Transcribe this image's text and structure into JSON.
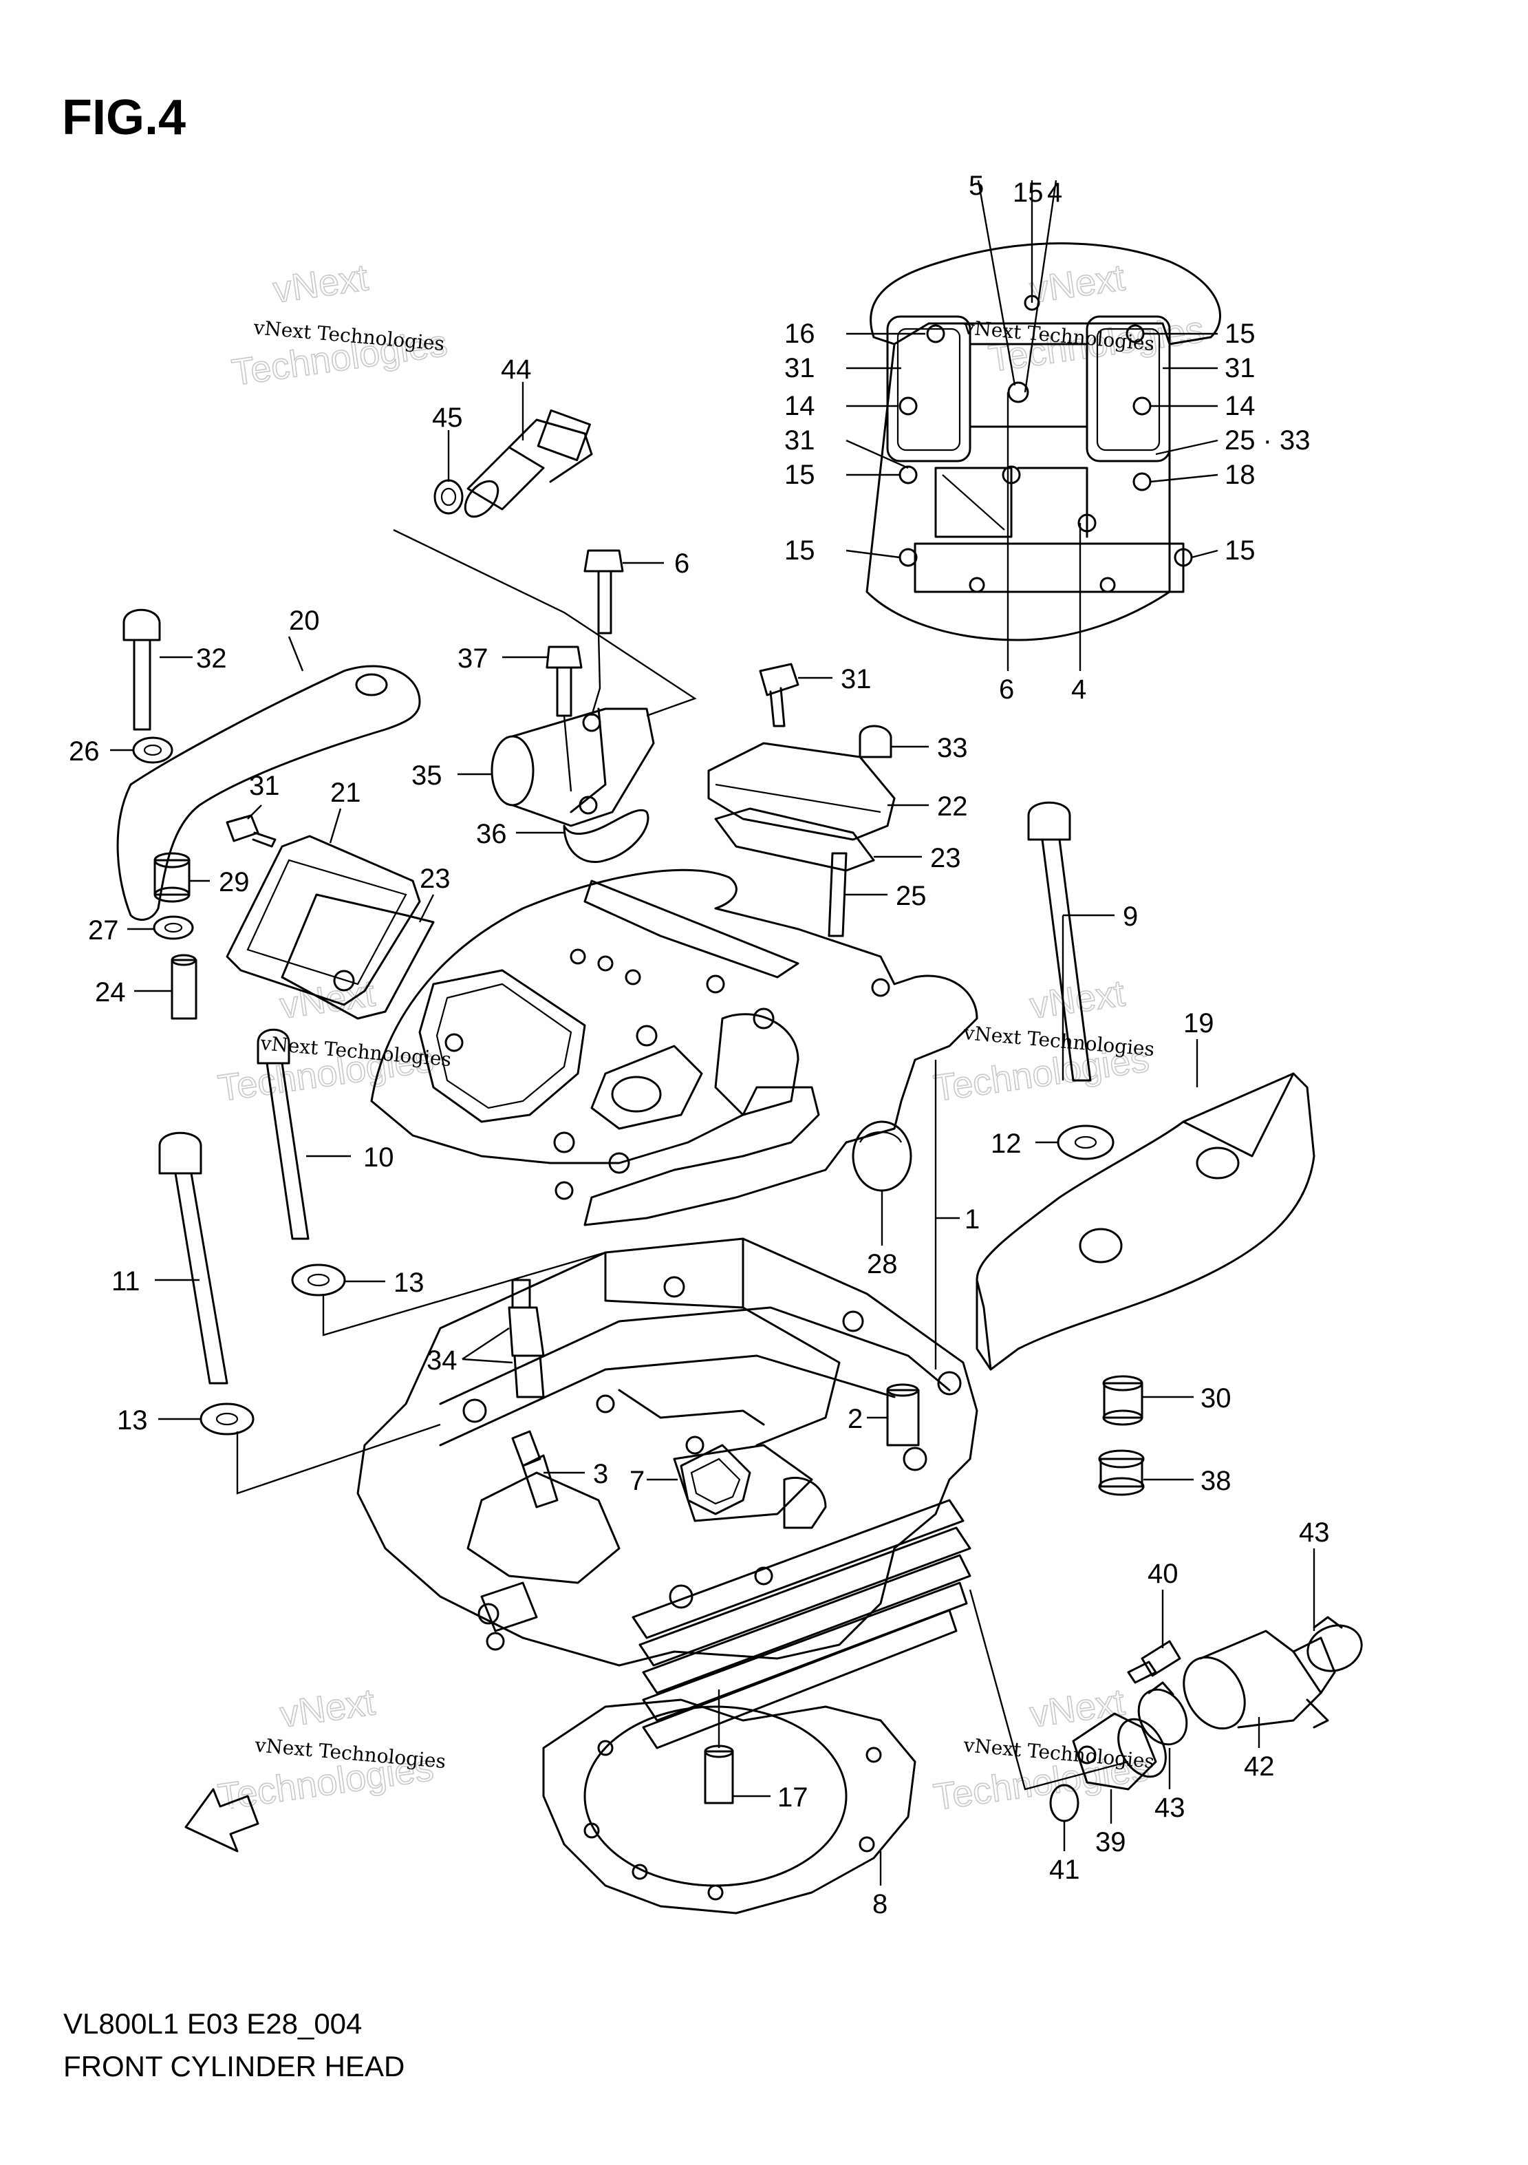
{
  "figure": {
    "title": "FIG.4",
    "model_code": "VL800L1 E03 E28_004",
    "caption": "FRONT CYLINDER HEAD",
    "fwd_marker": "FWD"
  },
  "watermark": {
    "line1": "vNext Technologies",
    "line2": "vNext",
    "line3": "Technologies"
  },
  "callouts": {
    "c1": "1",
    "c2": "2",
    "c3": "3",
    "c4a": "4",
    "c4b": "4",
    "c5": "5",
    "c6a": "6",
    "c6b": "6",
    "c7": "7",
    "c8": "8",
    "c9": "9",
    "c10": "10",
    "c11": "11",
    "c12": "12",
    "c13a": "13",
    "c13b": "13",
    "c14a": "14",
    "c14b": "14",
    "c15a": "15",
    "c15b": "15",
    "c15c": "15",
    "c15d": "15",
    "c15e": "15",
    "c16": "16",
    "c17": "17",
    "c18": "18",
    "c19": "19",
    "c20": "20",
    "c21": "21",
    "c22": "22",
    "c23a": "23",
    "c23b": "23",
    "c24": "24",
    "c25a": "25",
    "c25b": "25 · 33",
    "c26": "26",
    "c27": "27",
    "c28": "28",
    "c29": "29",
    "c30": "30",
    "c31a": "31",
    "c31b": "31",
    "c31c": "31",
    "c31d": "31",
    "c31e": "31",
    "c32": "32",
    "c33": "33",
    "c34": "34",
    "c35": "35",
    "c36": "36",
    "c37": "37",
    "c38": "38",
    "c39": "39",
    "c40": "40",
    "c41": "41",
    "c42": "42",
    "c43a": "43",
    "c43b": "43",
    "c44": "44",
    "c45": "45"
  }
}
